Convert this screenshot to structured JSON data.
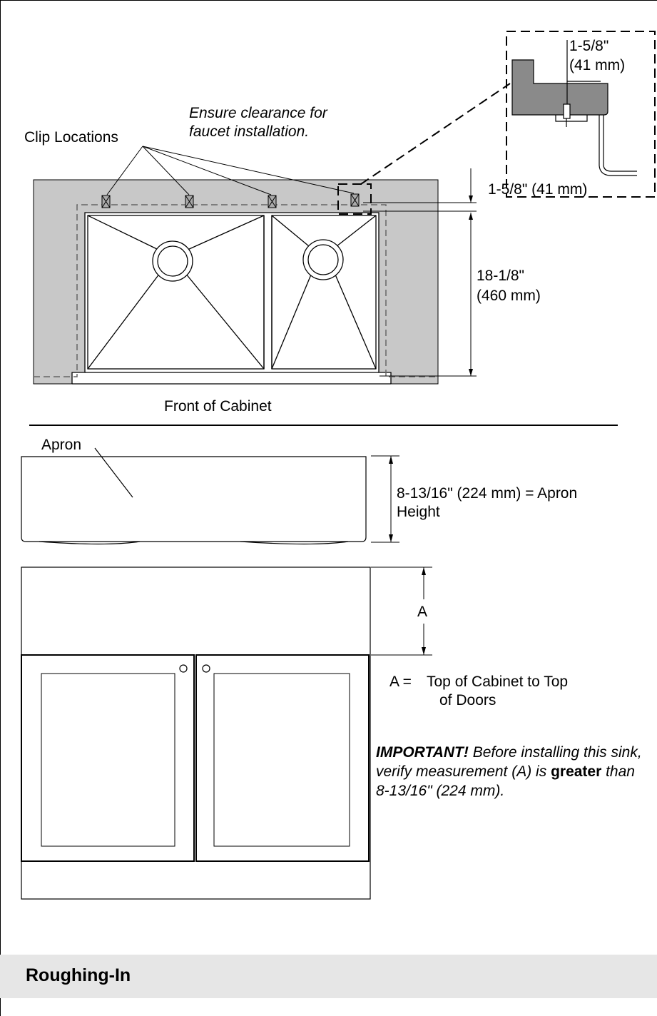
{
  "labels": {
    "clip_locations": "Clip Locations",
    "faucet_note_line1": "Ensure clearance for",
    "faucet_note_line2": "faucet installation.",
    "detail_dim_inch": "1-5/8\"",
    "detail_dim_mm": "(41 mm)",
    "edge_dim": "1-5/8\"  (41 mm)",
    "depth_inch": "18-1/8\"",
    "depth_mm": "(460 mm)",
    "front_of_cabinet": "Front of Cabinet",
    "apron": "Apron",
    "apron_height_line1": "8-13/16\" (224 mm) = Apron",
    "apron_height_line2": "Height",
    "dim_a": "A",
    "a_def_prefix": "A =",
    "a_def_line1": "Top of Cabinet to Top",
    "a_def_line2": "of Doors"
  },
  "important": {
    "lead": "IMPORTANT!",
    "text1": " Before installing this sink, verify measurement (A) is ",
    "emphasis": "greater",
    "text2": " than 8-13/16\" (224 mm)."
  },
  "section": {
    "title": "Roughing-In"
  },
  "colors": {
    "counter_fill": "#c8c8c8",
    "section_band": "#e6e6e6",
    "line": "#000000"
  }
}
